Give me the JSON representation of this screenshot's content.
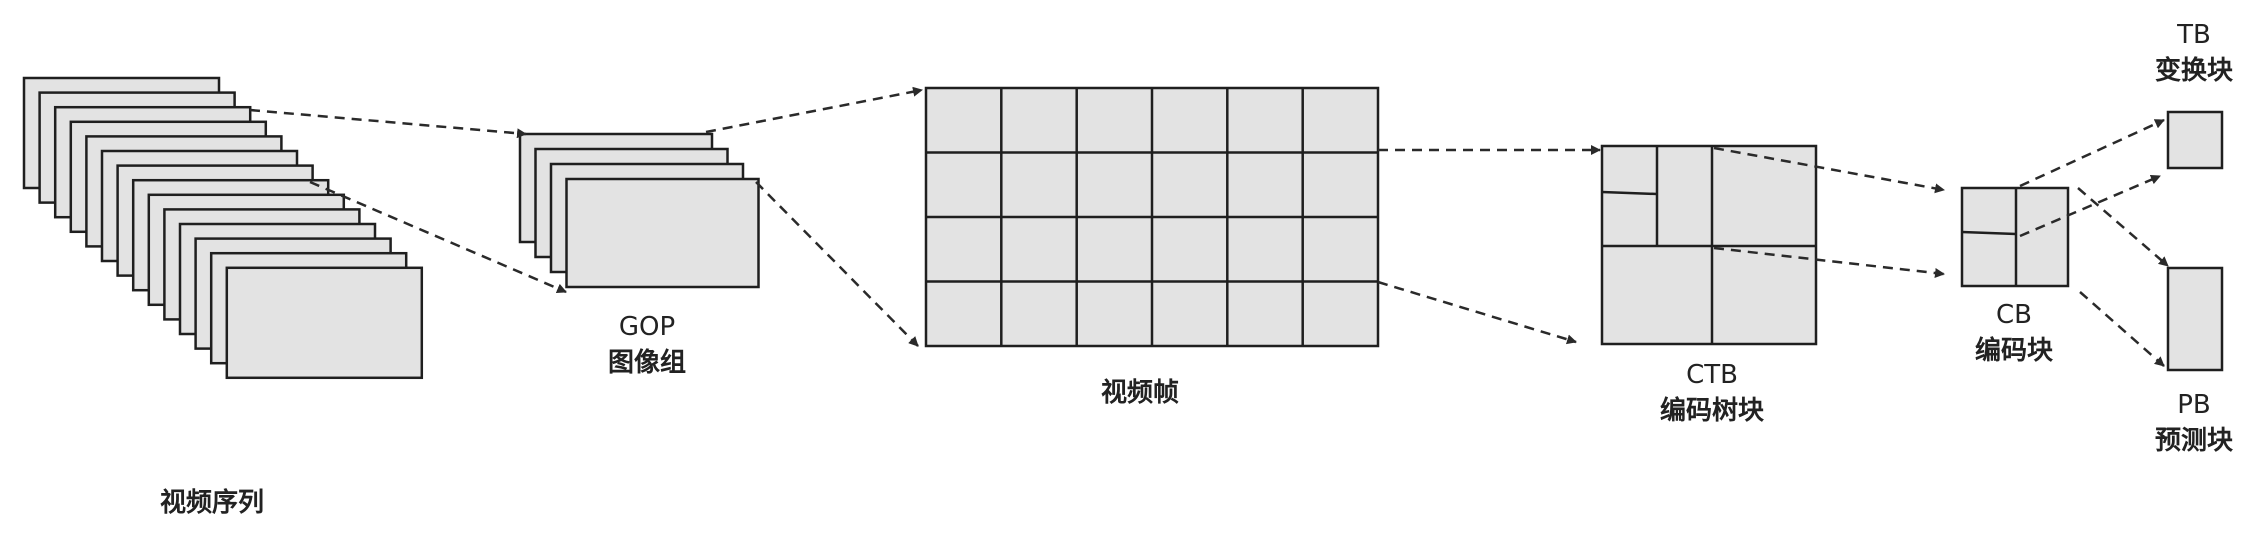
{
  "labels": {
    "sequence": "视频序列",
    "gop_en": "GOP",
    "gop_cn": "图像组",
    "frame": "视频帧",
    "ctb_en": "CTB",
    "ctb_cn": "编码树块",
    "cb_en": "CB",
    "cb_cn": "编码块",
    "tb_en": "TB",
    "tb_cn": "变换块",
    "pb_en": "PB",
    "pb_cn": "预测块"
  },
  "colors": {
    "fill": "#e3e3e3",
    "stroke": "#1f1f1f",
    "arrow": "#2a2a2a"
  },
  "structure": {
    "sequence_frame_count": 14,
    "gop_frame_count": 4,
    "frame_grid": {
      "rows": 4,
      "cols": 6
    }
  }
}
